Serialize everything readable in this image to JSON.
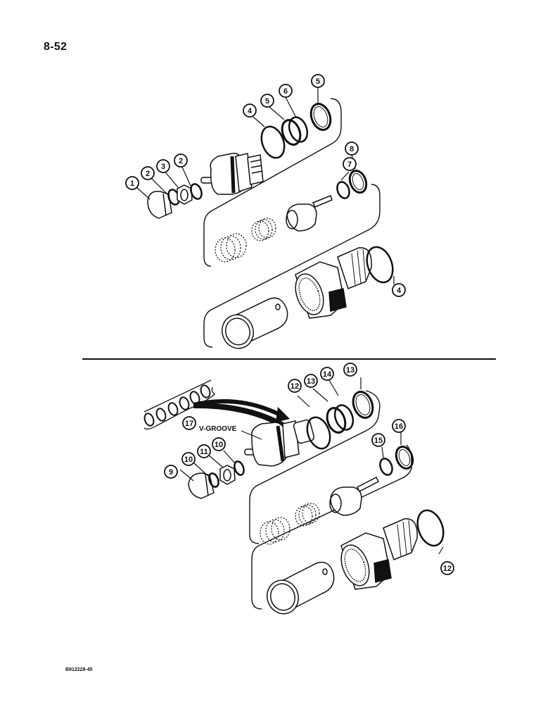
{
  "page": {
    "page_number": "8-52",
    "figure_code": "B912228-45"
  },
  "upper_assembly": {
    "callouts": [
      {
        "id": "c1",
        "label": "1",
        "part": "cap-nut"
      },
      {
        "id": "c2a",
        "label": "2",
        "part": "o-ring"
      },
      {
        "id": "c3",
        "label": "3",
        "part": "jam-nut"
      },
      {
        "id": "c2b",
        "label": "2",
        "part": "o-ring"
      },
      {
        "id": "c4a",
        "label": "4",
        "part": "o-ring"
      },
      {
        "id": "c5a",
        "label": "5",
        "part": "backup-ring"
      },
      {
        "id": "c6",
        "label": "6",
        "part": "o-ring"
      },
      {
        "id": "c5b",
        "label": "5",
        "part": "backup-ring"
      },
      {
        "id": "c7",
        "label": "7",
        "part": "o-ring"
      },
      {
        "id": "c8",
        "label": "8",
        "part": "backup-ring"
      },
      {
        "id": "c4b",
        "label": "4",
        "part": "o-ring"
      }
    ]
  },
  "lower_assembly": {
    "annotation": "V-GROOVE",
    "callouts": [
      {
        "id": "c9",
        "label": "9",
        "part": "cap-nut"
      },
      {
        "id": "c10a",
        "label": "10",
        "part": "o-ring"
      },
      {
        "id": "c11",
        "label": "11",
        "part": "jam-nut"
      },
      {
        "id": "c10b",
        "label": "10",
        "part": "o-ring"
      },
      {
        "id": "c17",
        "label": "17",
        "part": "shim-set"
      },
      {
        "id": "c12a",
        "label": "12",
        "part": "o-ring"
      },
      {
        "id": "c13a",
        "label": "13",
        "part": "backup-ring"
      },
      {
        "id": "c14",
        "label": "14",
        "part": "o-ring"
      },
      {
        "id": "c13b",
        "label": "13",
        "part": "backup-ring"
      },
      {
        "id": "c15",
        "label": "15",
        "part": "o-ring"
      },
      {
        "id": "c16",
        "label": "16",
        "part": "backup-ring"
      },
      {
        "id": "c12b",
        "label": "12",
        "part": "o-ring"
      }
    ]
  }
}
